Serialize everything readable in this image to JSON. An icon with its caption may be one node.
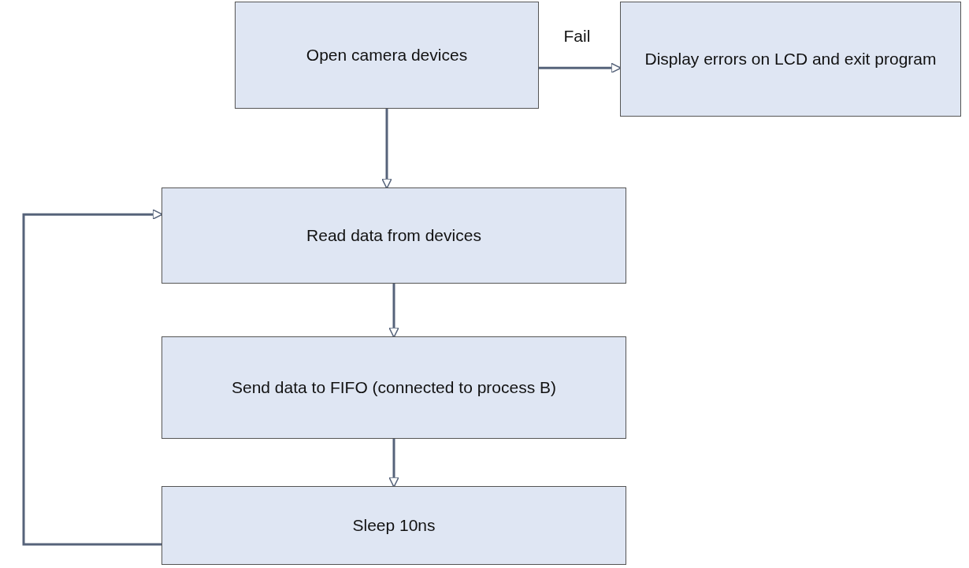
{
  "diagram": {
    "nodes": [
      {
        "text": [
          "Open camera devices"
        ]
      },
      {
        "text": [
          "Display errors on LCD and exit program"
        ]
      },
      {
        "text": [
          "Read data from devices"
        ]
      },
      {
        "text": [
          "Send data to FIFO (connected to process B)"
        ]
      },
      {
        "text": [
          "Sleep 10ns"
        ]
      }
    ],
    "edges": [
      {
        "from": 0,
        "to": 1,
        "arrow": "to",
        "label": "Fail"
      },
      {
        "from": 0,
        "to": 2,
        "arrow": "to"
      },
      {
        "from": 2,
        "to": 3,
        "arrow": "to"
      },
      {
        "from": 3,
        "to": 4,
        "arrow": "to"
      },
      {
        "from": 4,
        "to": 2,
        "arrow": "to"
      }
    ]
  }
}
